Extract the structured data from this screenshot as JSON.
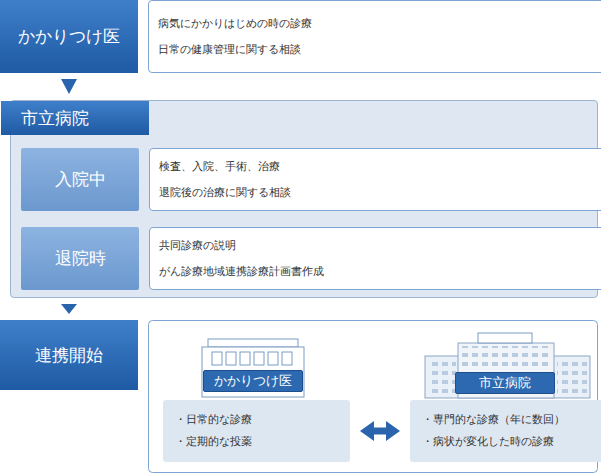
{
  "diagram": {
    "nodes": [
      {
        "text": [
          "かかりつけ医"
        ]
      },
      {
        "text": [
          "病気にかかりはじめの時の診療",
          "日常の健康管理に関する相談"
        ]
      },
      {
        "text": [
          "市立病院"
        ]
      },
      {
        "text": [
          "入院中"
        ],
        "in": 2
      },
      {
        "text": [
          "検査、入院、手術、治療",
          "退院後の治療に関する相談"
        ],
        "in": 2
      },
      {
        "text": [
          "退院時"
        ],
        "in": 2
      },
      {
        "text": [
          "共同診療の説明",
          "がん診療地域連携診療計画書作成"
        ],
        "in": 2
      },
      {
        "text": [
          "連携開始"
        ]
      },
      {
        "text": [
          "かかりつけ医"
        ]
      },
      {
        "text": [
          "・日常的な診療",
          "・定期的な投薬"
        ]
      },
      {
        "text": [
          "市立病院"
        ]
      },
      {
        "text": [
          "・専門的な診療（年に数回）",
          "・病状が変化した時の診療"
        ]
      }
    ],
    "edges": [
      {
        "from": 0,
        "to": 2,
        "arrow": "to"
      },
      {
        "from": 3,
        "to": 5,
        "arrow": "to"
      },
      {
        "from": 2,
        "to": 7,
        "arrow": "to"
      },
      {
        "from": 9,
        "to": 11,
        "arrow": "both"
      }
    ]
  }
}
